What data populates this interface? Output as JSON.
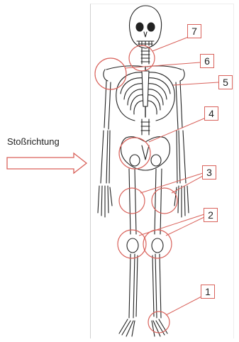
{
  "direction_label": "Stoßrichtung",
  "callouts": [
    "1",
    "2",
    "3",
    "4",
    "5",
    "6",
    "7"
  ],
  "colors": {
    "accent": "#d9625b",
    "bone": "#222222"
  },
  "icons": {
    "arrow": "hollow-right-arrow",
    "figure": "human-skeleton"
  }
}
